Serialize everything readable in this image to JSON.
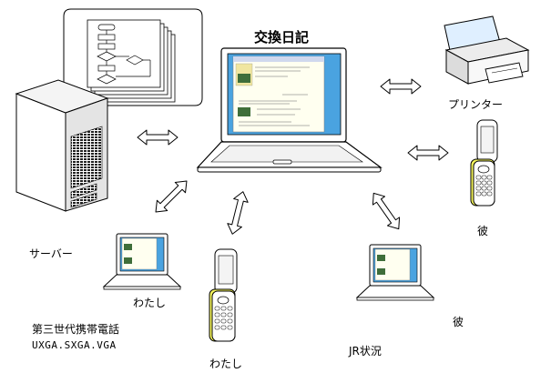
{
  "labels": {
    "main_laptop": "交換日記",
    "printer": "プリンター",
    "server": "サーバー",
    "phone_right": "彼",
    "laptop_right": "彼",
    "laptop_left": "わたし",
    "phone_left": "わたし",
    "gen3_phone": "第三世代携帯電話",
    "resolutions": "UXGA.SXGA.VGA",
    "jr_status": "JR状況"
  },
  "colors": {
    "screen_blue": "#4aa3e0",
    "screen_page": "#fffff0",
    "screen_photo": "#3f6e3a",
    "phone_accent": "#f2f25a",
    "laptop_body": "#ffffff",
    "arrow_fill": "#ffffff",
    "stroke": "#000000"
  }
}
